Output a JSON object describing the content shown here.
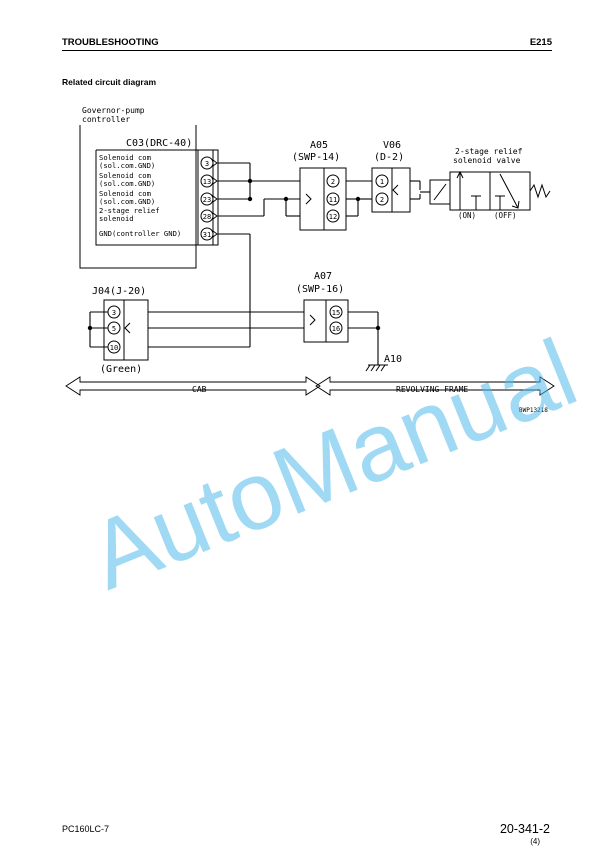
{
  "header": {
    "section": "TROUBLESHOOTING",
    "code": "E215"
  },
  "section_title": "Related circuit diagram",
  "diagram": {
    "controller_title_line1": "Governor-pump",
    "controller_title_line2": "controller",
    "c03_label": "C03(DRC-40)",
    "c03_pins": [
      {
        "pin": "3",
        "label1": "Solenoid com",
        "label2": "(sol.com.GND)"
      },
      {
        "pin": "13",
        "label1": "Solenoid com",
        "label2": "(sol.com.GND)"
      },
      {
        "pin": "23",
        "label1": "Solenoid com",
        "label2": "(sol.com.GND)"
      },
      {
        "pin": "28",
        "label1": "2-stage relief",
        "label2": "solenoid"
      },
      {
        "pin": "31",
        "label1": "GND(controller GND)",
        "label2": ""
      }
    ],
    "a05_name": "A05",
    "a05_type": "(SWP-14)",
    "a05_pins": [
      "2",
      "11",
      "12"
    ],
    "v06_name": "V06",
    "v06_type": "(D-2)",
    "v06_pins": [
      "1",
      "2"
    ],
    "valve_label1": "2-stage relief",
    "valve_label2": "solenoid valve",
    "valve_on": "(ON)",
    "valve_off": "(OFF)",
    "j04_label": "J04(J-20)",
    "j04_pins": [
      "3",
      "5",
      "10"
    ],
    "j04_color": "(Green)",
    "a07_name": "A07",
    "a07_type": "(SWP-16)",
    "a07_pins": [
      "15",
      "16"
    ],
    "a10_label": "A10",
    "zone_left": "CAB",
    "zone_right": "REVOLVING FRAME",
    "figure_code": "BWP13218"
  },
  "watermark": "AutoManual",
  "footer": {
    "model": "PC160LC-7",
    "page": "20-341-2",
    "revision": "(4)"
  }
}
